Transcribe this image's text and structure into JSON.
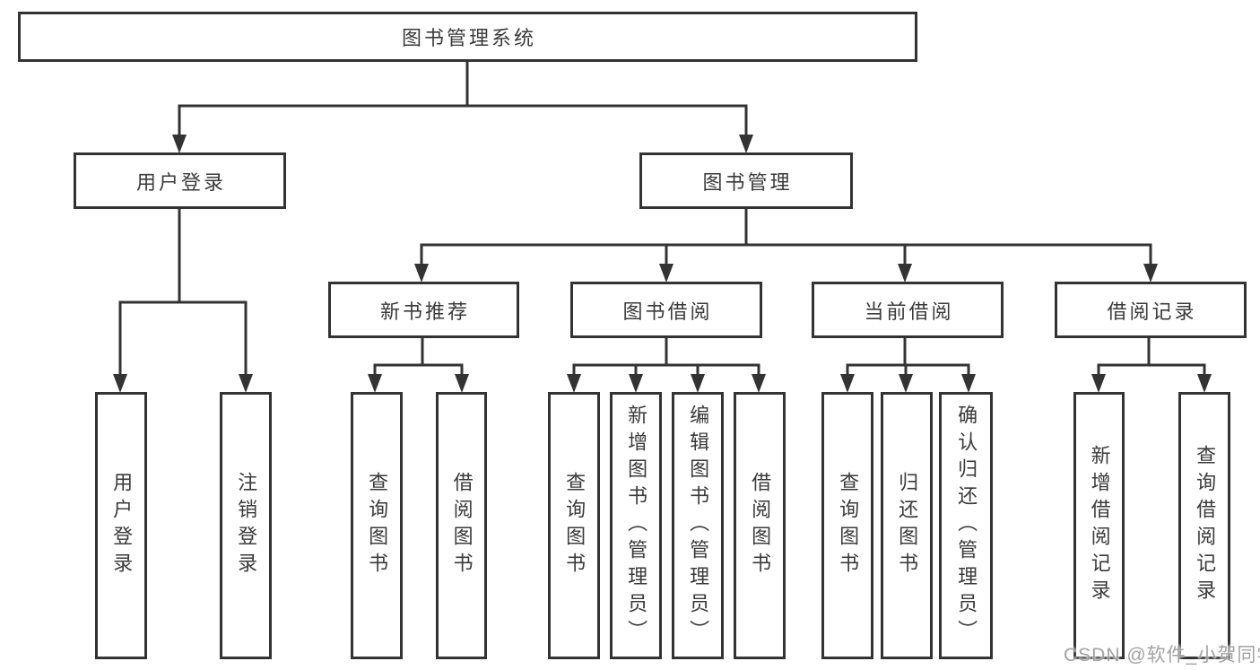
{
  "diagram": {
    "type": "hierarchy-tree",
    "title": "图书管理系统",
    "nodes": {
      "root": {
        "label": "图书管理系统"
      },
      "login": {
        "label": "用户登录"
      },
      "management": {
        "label": "图书管理"
      },
      "new_books": {
        "label": "新书推荐"
      },
      "book_borrow": {
        "label": "图书借阅"
      },
      "current_borrow": {
        "label": "当前借阅"
      },
      "borrow_records": {
        "label": "借阅记录"
      },
      "login_user": {
        "label": "用户登录"
      },
      "login_logout": {
        "label": "注销登录"
      },
      "nb_query": {
        "label": "查询图书"
      },
      "nb_borrow": {
        "label": "借阅图书"
      },
      "bb_query": {
        "label": "查询图书"
      },
      "bb_add": {
        "label": "新增图书（管理员）"
      },
      "bb_edit": {
        "label": "编辑图书（管理员）"
      },
      "bb_borrow": {
        "label": "借阅图书"
      },
      "cb_query": {
        "label": "查询图书"
      },
      "cb_return": {
        "label": "归还图书"
      },
      "cb_confirm": {
        "label": "确认归还（管理员）"
      },
      "br_add": {
        "label": "新增借阅记录"
      },
      "br_query": {
        "label": "查询借阅记录"
      }
    },
    "structure": {
      "图书管理系统": {
        "用户登录": [
          "用户登录",
          "注销登录"
        ],
        "图书管理": {
          "新书推荐": [
            "查询图书",
            "借阅图书"
          ],
          "图书借阅": [
            "查询图书",
            "新增图书（管理员）",
            "编辑图书（管理员）",
            "借阅图书"
          ],
          "当前借阅": [
            "查询图书",
            "归还图书",
            "确认归还（管理员）"
          ],
          "借阅记录": [
            "新增借阅记录",
            "查询借阅记录"
          ]
        }
      }
    },
    "watermark": "CSDN @软件_小贺同学",
    "colors": {
      "line": "#333333",
      "box_border": "#333333",
      "text": "#3a3a3a",
      "background": "#ffffff",
      "watermark": "#989898"
    }
  }
}
